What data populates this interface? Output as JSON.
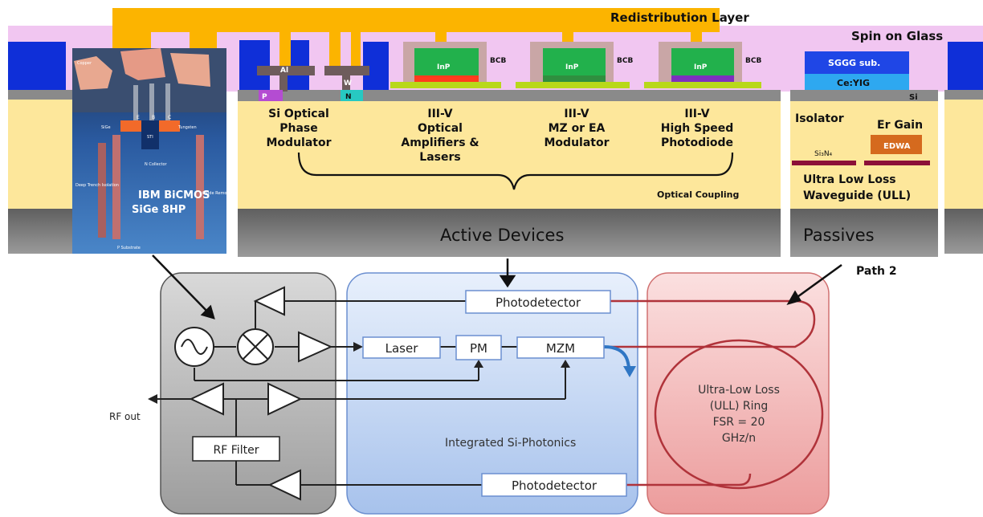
{
  "cross_section": {
    "top_layer_label": "Redistribution Layer",
    "cladding_label": "Spin on Glass",
    "metal_al": "Al",
    "metal_w": "W",
    "doping_p": "P",
    "doping_n": "N",
    "inp": "InP",
    "bcb": "BCB",
    "sggg": "SGGG sub.",
    "ceyig": "Ce:YIG",
    "si": "Si",
    "active_label": "Active Devices",
    "passive_label": "Passives",
    "optical_coupling": "Optical Coupling",
    "devices": [
      {
        "lines": [
          "Si Optical",
          "Phase",
          "Modulator"
        ]
      },
      {
        "lines": [
          "III-V",
          "Optical",
          "Amplifiers &",
          "Lasers"
        ]
      },
      {
        "lines": [
          "III-V",
          "MZ or EA",
          "Modulator"
        ]
      },
      {
        "lines": [
          "III-V",
          "High Speed",
          "Photodiode"
        ]
      }
    ],
    "isolator": "Isolator",
    "er_gain": "Er Gain",
    "edwa": "EDWA",
    "si3n4": "Si₃N₄",
    "ull_waveguide": [
      "Ultra Low Loss",
      "Waveguide (ULL)"
    ],
    "path2": "Path 2"
  },
  "sem": {
    "caption_line1": "IBM BiCMOS",
    "caption_line2": "SiGe 8HP",
    "tags": {
      "copper": "Copper",
      "sige": "SiGe",
      "e": "E",
      "bb": "B",
      "c": "C",
      "tungsten": "Tungsten",
      "sti": "STI",
      "ncollector": "N Collector",
      "deep_trench": "Deep Trench Isolation",
      "oxide": "Oxide Removed",
      "psub": "P Substrate"
    }
  },
  "schematic": {
    "photodetector_top": "Photodetector",
    "photodetector_bottom": "Photodetector",
    "laser": "Laser",
    "pm": "PM",
    "mzm": "MZM",
    "rf_filter": "RF Filter",
    "rf_out": "RF out",
    "si_photonics": "Integrated  Si-Photonics",
    "ring_lines": [
      "Ultra-Low Loss",
      "(ULL) Ring",
      "FSR = 20",
      "GHz/n"
    ]
  }
}
